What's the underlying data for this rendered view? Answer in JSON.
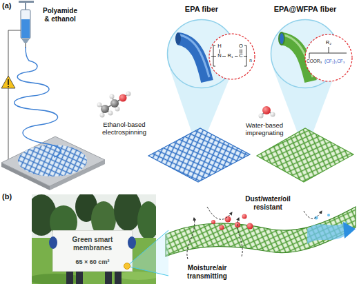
{
  "diagram": {
    "nodes": [
      {
        "text": [
          "EPA fiber"
        ]
      },
      {
        "text": [
          "EPA@WFPA fiber"
        ]
      },
      {
        "text": [
          "Green smart membranes",
          "65 × 60 cm²"
        ]
      }
    ],
    "labels": [
      "(a)",
      "Polyamide & ethanol",
      "Ethanol-based electrospinning",
      "Water-based impregnating",
      "H",
      "O",
      "N",
      "R₁",
      "C",
      "n",
      "R₂",
      "COOR₃",
      "(CF₂)₅CF₃",
      "(b)",
      "Dust/water/oil resistant",
      "Moisture/air transmitting"
    ]
  }
}
